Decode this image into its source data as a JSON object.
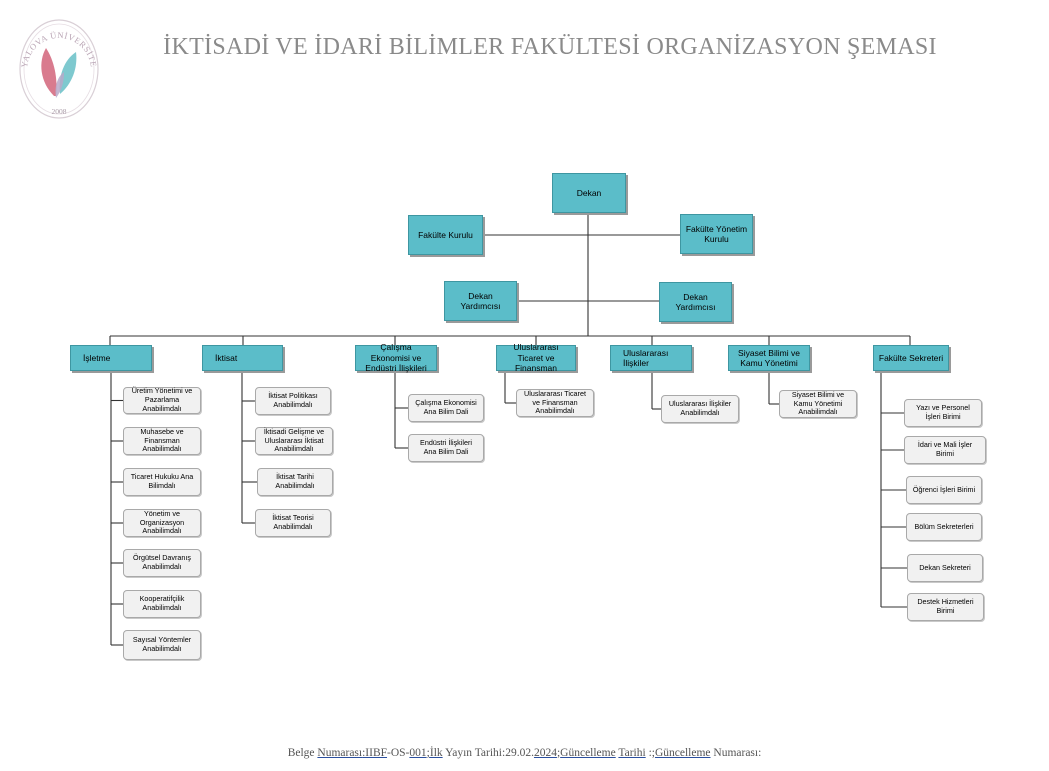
{
  "header": {
    "title": "İKTİSADİ VE İDARİ BİLİMLER FAKÜLTESİ ORGANİZASYON ŞEMASI",
    "logo": {
      "arc_text": "YALOVA ÜNİVERSİTESİ",
      "year": "2008",
      "colors": [
        "#d97b8e",
        "#7ec9cf",
        "#b7a9c9"
      ]
    }
  },
  "colors": {
    "box_fill": "#5bbdc9",
    "box_border": "#3e96a1",
    "sub_fill": "#f1f1f1",
    "sub_border": "#a9a9a9",
    "line": "#333333",
    "title": "#8a8a8a"
  },
  "nodes": {
    "dekan": "Dekan",
    "fakulte_kurulu": "Fakülte Kurulu",
    "fakulte_yonetim_kurulu": "Fakülte Yönetim Kurulu",
    "dekan_yardimcisi_1": "Dekan Yardımcısı",
    "dekan_yardimcisi_2": "Dekan Yardımcısı"
  },
  "departments": [
    {
      "name": "İşletme",
      "units": [
        "Üretim Yönetimi ve Pazarlama Anabilimdalı",
        "Muhasebe ve Finansman Anabilimdalı",
        "Ticaret Hukuku Ana Bilimdalı",
        "Yönetim ve Organizasyon Anabilimdalı",
        "Örgütsel Davranış Anabilimdalı",
        "Kooperatifçilik Anabilimdalı",
        "Sayısal Yöntemler Anabilimdalı"
      ]
    },
    {
      "name": "İktisat",
      "units": [
        "İktisat Politikası Anabilimdalı",
        "İktisadi Gelişme ve Uluslararası İktisat Anabilimdalı",
        "İktisat Tarihi Anabilimdalı",
        "İktisat Teorisi Anabilimdalı"
      ]
    },
    {
      "name": "Çalışma Ekonomisi ve Endüstri İlişkileri",
      "units": [
        "Çalışma Ekonomisi Ana Bilim Dali",
        "Endüstri İlişkileri Ana Bilim Dali"
      ]
    },
    {
      "name": "Uluslararası Ticaret ve Finansman",
      "units": [
        "Uluslararası Ticaret ve Finansman Anabilimdalı"
      ]
    },
    {
      "name": "Uluslararası İlişkiler",
      "units": [
        "Uluslararası İlişkiler Anabilimdalı"
      ]
    },
    {
      "name": "Siyaset Bilimi ve Kamu Yönetimi",
      "units": [
        "Siyaset Bilimi ve Kamu Yönetimi Anabilimdalı"
      ]
    },
    {
      "name": "Fakülte Sekreteri",
      "units": [
        "Yazı ve Personel İşleri Birimi",
        "İdari ve Mali İşler Birimi",
        "Öğrenci İşleri Birimi",
        "Bölüm Sekreterleri",
        "Dekan Sekreteri",
        "Destek Hizmetleri Birimi"
      ]
    }
  ],
  "footer": {
    "label_belge": "Belge",
    "label_numarasi": "Numarası",
    "doc_no_prefix": ":IIBF",
    "doc_no_suffix": "-OS-",
    "doc_no_num": "001",
    "sep1": ";",
    "label_ilk": "İlk",
    "ilk_rest": " Yayın Tarihi:29.02.",
    "year": "2024",
    "sep2": ";",
    "label_guncelleme": "Güncelleme",
    "label_tarihi": "Tarihi",
    "tarihi_rest": " :;",
    "label_guncelleme2": "Güncelleme",
    "label_numarasi2": "Numarası:"
  }
}
